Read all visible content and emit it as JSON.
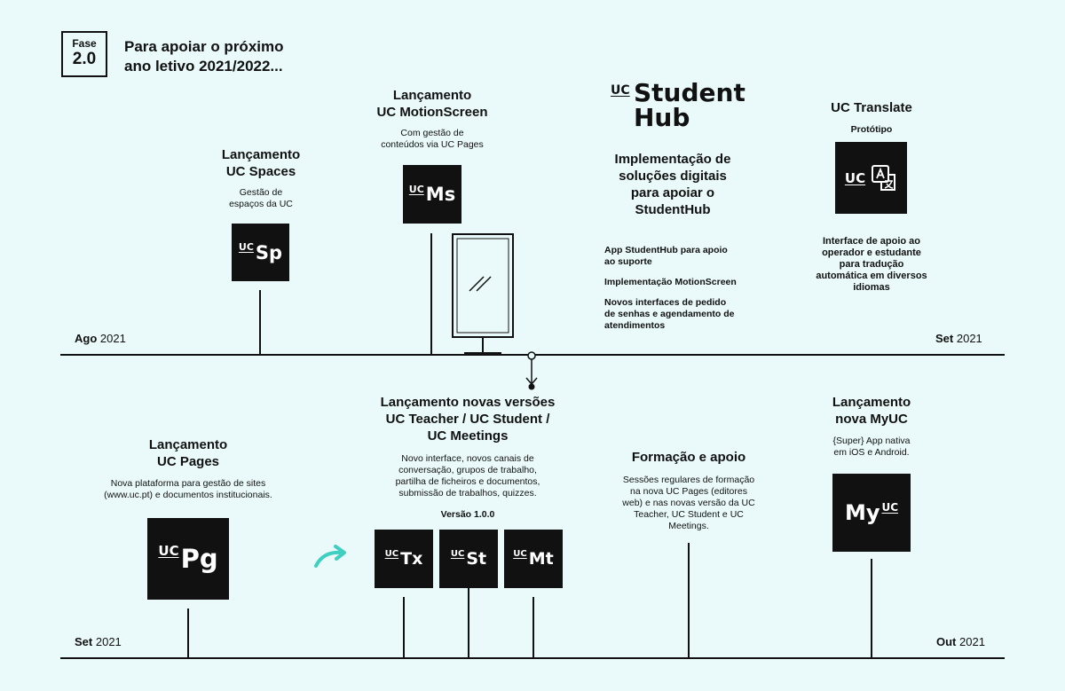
{
  "header": {
    "badge_top": "Fase",
    "badge_bottom": "2.0",
    "title_line1": "Para apoiar o próximo",
    "title_line2": "ano letivo 2021/2022..."
  },
  "top_row": {
    "start_month": "Ago",
    "start_year": "2021",
    "end_month": "Set",
    "end_year": "2021",
    "spaces": {
      "title_line1": "Lançamento",
      "title_line2": "UC Spaces",
      "desc_line1": "Gestão de",
      "desc_line2": "espaços da UC",
      "logo_uc": "UC",
      "logo_text": "Sp"
    },
    "motionscreen": {
      "title_line1": "Lançamento",
      "title_line2": "UC MotionScreen",
      "desc_line1": "Com gestão de",
      "desc_line2": "conteúdos via UC Pages",
      "logo_uc": "UC",
      "logo_text": "Ms"
    },
    "studenthub": {
      "logo_uc": "UC",
      "logo_line1": "Student",
      "logo_line2": "Hub",
      "title_line1": "Implementação de",
      "title_line2": "soluções digitais",
      "title_line3": "para apoiar o",
      "title_line4": "StudentHub",
      "item1_line1": "App StudentHub para apoio",
      "item1_line2": "ao suporte",
      "item2": "Implementação MotionScreen",
      "item3_line1": "Novos interfaces de pedido",
      "item3_line2": "de senhas e agendamento de",
      "item3_line3": "atendimentos"
    },
    "translate": {
      "title": "UC Translate",
      "subtitle": "Protótipo",
      "logo_uc": "UC",
      "desc_line1": "Interface de apoio ao",
      "desc_line2": "operador e estudante",
      "desc_line3": "para tradução",
      "desc_line4": "automática em diversos",
      "desc_line5": "idiomas"
    }
  },
  "bottom_row": {
    "start_month": "Set",
    "start_year": "2021",
    "end_month": "Out",
    "end_year": "2021",
    "pages": {
      "title_line1": "Lançamento",
      "title_line2": "UC Pages",
      "desc_line1": "Nova plataforma para gestão de sites",
      "desc_line2": "(www.uc.pt) e documentos institucionais.",
      "logo_uc": "UC",
      "logo_text": "Pg"
    },
    "new_versions": {
      "title_line1": "Lançamento novas versões",
      "title_line2": "UC Teacher / UC Student /",
      "title_line3": "UC Meetings",
      "desc_line1": "Novo interface, novos canais de",
      "desc_line2": "conversação, grupos de trabalho,",
      "desc_line3": "partilha de ficheiros e documentos,",
      "desc_line4": "submissão de trabalhos, quizzes.",
      "version": "Versão 1.0.0",
      "logos": [
        {
          "uc": "UC",
          "text": "Tx"
        },
        {
          "uc": "UC",
          "text": "St"
        },
        {
          "uc": "UC",
          "text": "Mt"
        }
      ]
    },
    "training": {
      "title": "Formação e apoio",
      "desc_line1": "Sessões regulares de formação",
      "desc_line2": "na nova UC Pages (editores",
      "desc_line3": "web) e nas novas versão da UC",
      "desc_line4": "Teacher, UC Student e UC",
      "desc_line5": "Meetings."
    },
    "myuc": {
      "title_line1": "Lançamento",
      "title_line2": "nova MyUC",
      "desc_line1": "{Super} App nativa",
      "desc_line2": "em iOS e Android.",
      "logo_text": "My",
      "logo_uc": "UC"
    }
  },
  "colors": {
    "background": "#eafafa",
    "ink": "#111111",
    "accent_arrow": "#3ecfc0"
  }
}
